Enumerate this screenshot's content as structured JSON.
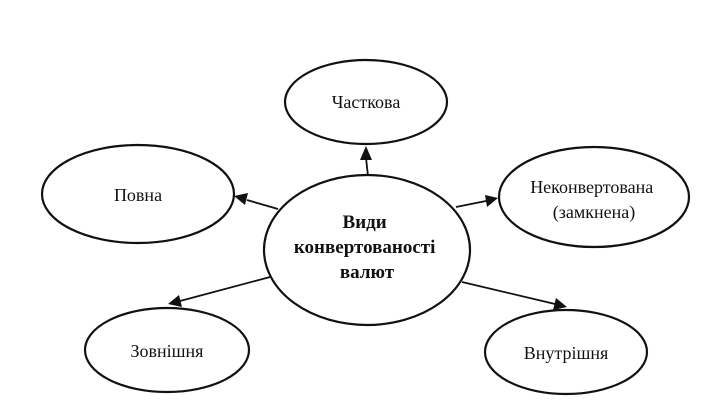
{
  "diagram": {
    "center": {
      "lines": [
        "Види",
        "конвертованості",
        "валют"
      ]
    },
    "nodes": {
      "partial": {
        "label": "Часткова"
      },
      "full": {
        "label": "Повна"
      },
      "nonconvertible": {
        "lines": [
          "Неконвертована",
          "(замкнена)"
        ]
      },
      "external": {
        "label": "Зовнішня"
      },
      "internal": {
        "label": "Внутрішня"
      }
    }
  }
}
